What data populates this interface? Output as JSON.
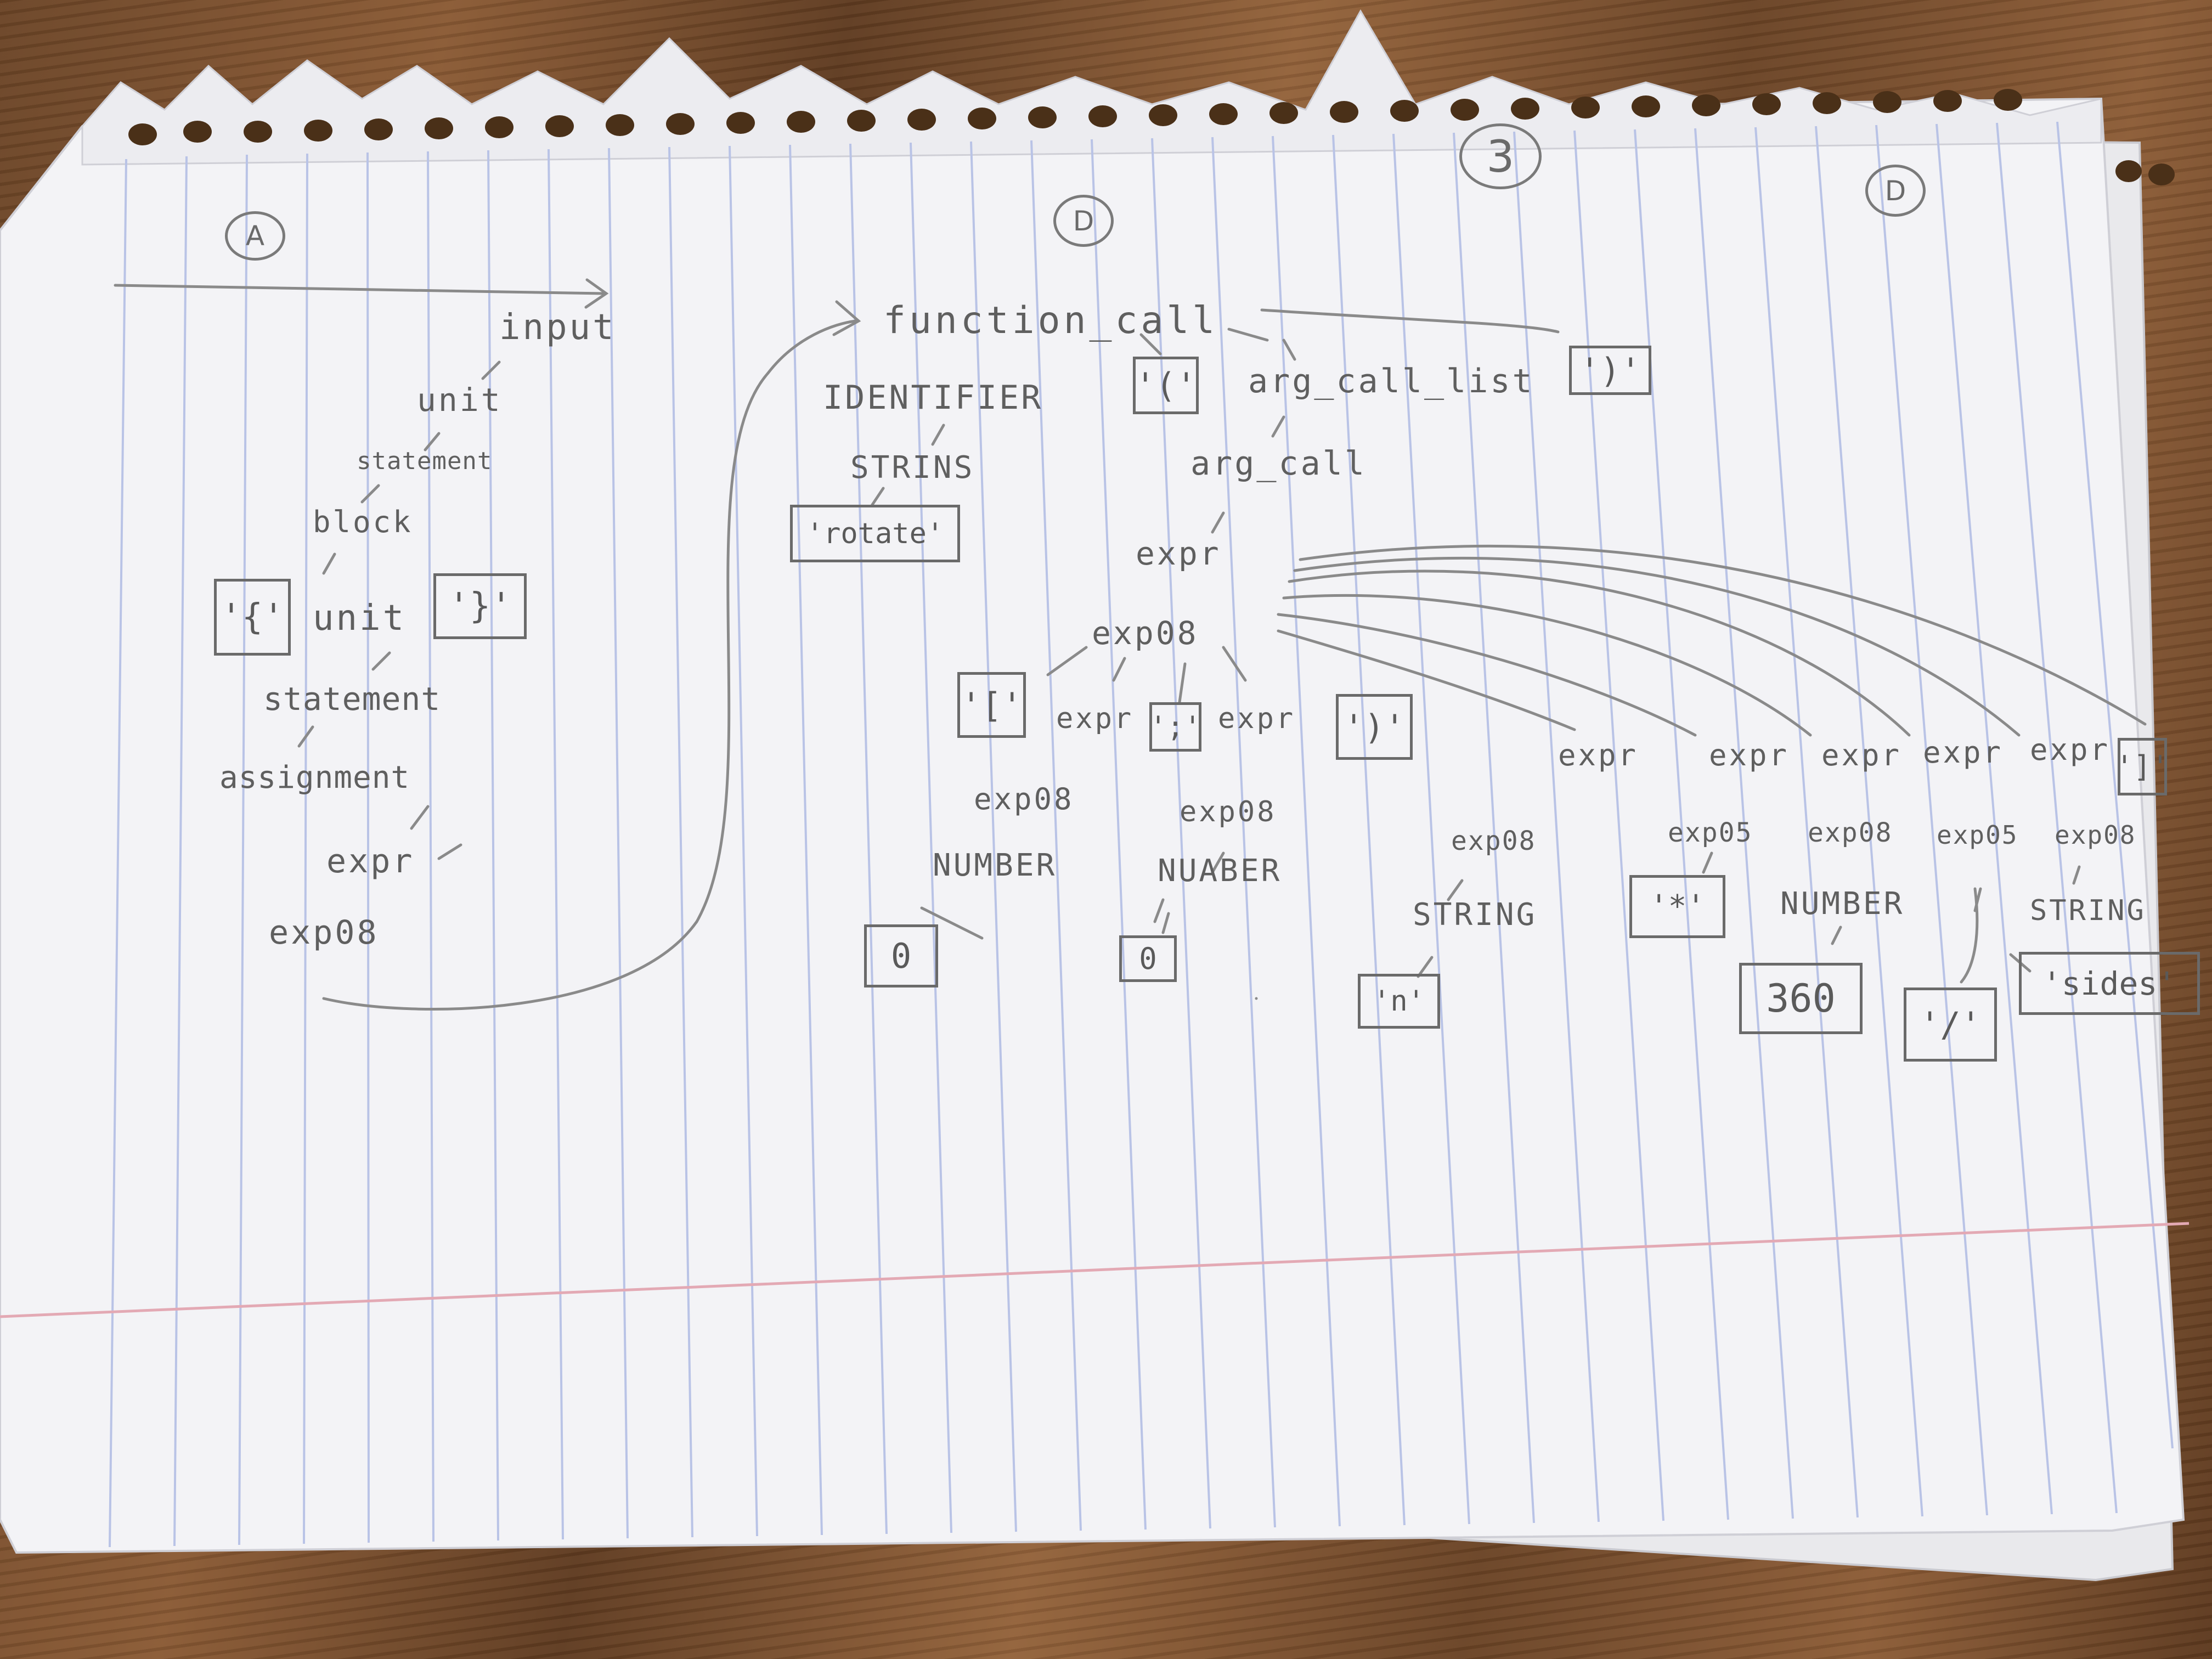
{
  "notebook": {
    "page_marks": [
      "A",
      "D",
      "3",
      "D"
    ],
    "tree_left": {
      "input": "input",
      "unit_top": "unit",
      "statement_top": "statement",
      "block": "block",
      "lbrace": "'{'",
      "unit_mid": "unit",
      "rbrace": "'}'",
      "statement_mid": "statement",
      "assignment": "assignment",
      "expr": "expr",
      "exp08": "exp08"
    },
    "tree_right": {
      "function_call": "function_call",
      "identifier": "IDENTIFIER",
      "lparen": "'('",
      "arg_call_list": "arg_call_list",
      "rparen": "')'",
      "strins": "STRINS",
      "rotate": "'rotate'",
      "arg_call": "arg_call",
      "expr": "expr",
      "exp08": "exp08",
      "lbracket": "'['",
      "expr_a": "expr",
      "semicolon": "';'",
      "expr_b": "expr",
      "paren_close": "')'",
      "exp08_a": "exp08",
      "exp08_b": "exp08",
      "number_a": "NUMBER",
      "number_b": "NUABER",
      "zero_a": "0",
      "zero_b": "0",
      "expr_list": [
        "expr",
        "expr",
        "expr",
        "expr",
        "expr"
      ],
      "rbracket": "']'",
      "sub_labels": [
        "exp08",
        "exp05",
        "exp08",
        "exp05",
        "exp08"
      ],
      "string_a": "STRING",
      "n_token": "'n'",
      "star_token": "'*'",
      "number_c": "NUMBER",
      "num_360": "360",
      "slash_token": "'/'",
      "string_b": "STRING",
      "sides_token": "'sides'"
    }
  }
}
